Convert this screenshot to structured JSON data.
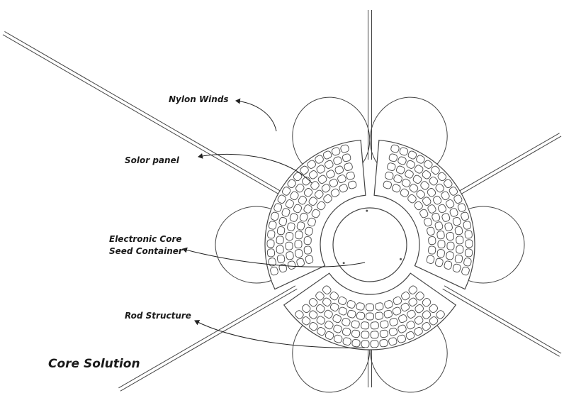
{
  "labels": {
    "nylon_winds": "Nylon Winds",
    "solar_panel": "Solor panel",
    "core_line1": "Electronic Core",
    "core_line2": "Seed Container",
    "rod_structure": "Rod Structure"
  },
  "title": "Core Solution",
  "colors": {
    "line": "#444444",
    "text": "#1a1a1a"
  }
}
